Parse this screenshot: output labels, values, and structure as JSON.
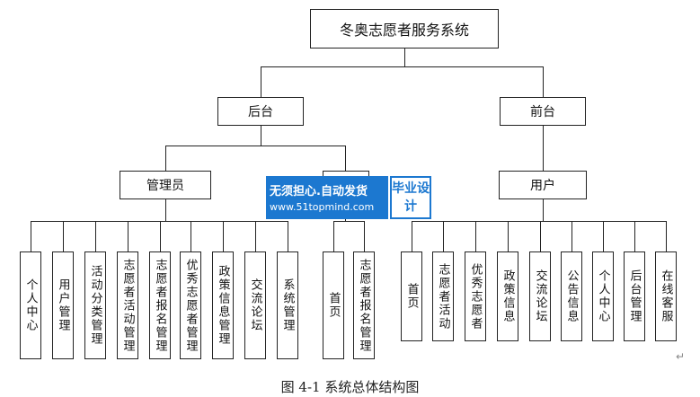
{
  "root": "冬奥志愿者服务系统",
  "backend": "后台",
  "frontend": "前台",
  "admin": "管理员",
  "middle_box": "",
  "user": "用户",
  "admin_modules": [
    "个人中心",
    "用户管理",
    "活动分类管理",
    "志愿者活动管理",
    "志愿者报名管理",
    "优秀志愿者管理",
    "政策信息管理",
    "交流论坛",
    "系统管理"
  ],
  "middle_modules": [
    "首页",
    "志愿者报名管理"
  ],
  "user_modules": [
    "首页",
    "志愿者活动",
    "优秀志愿者",
    "政策信息",
    "交流论坛",
    "公告信息",
    "个人中心",
    "后台管理",
    "在线客服"
  ],
  "watermark": {
    "line1": "无须担心.自动发货",
    "line2": "www.51topmind.com",
    "side": "毕业设计"
  },
  "caption": "图 4-1  系统总体结构图",
  "return_mark": "↵"
}
